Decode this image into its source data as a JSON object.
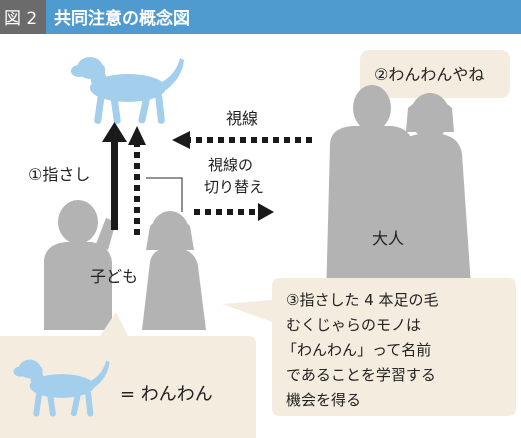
{
  "header": {
    "figure_number": "図 2",
    "title": "共同注意の概念図",
    "colors": {
      "number_bg": "#6b6b6b",
      "title_bg": "#4f9bd0",
      "text": "#ffffff"
    }
  },
  "labels": {
    "pointing": "①指さし",
    "gaze": "視線",
    "gaze_switch_line1": "視線の",
    "gaze_switch_line2": "切り替え",
    "adult_speech": "②わんわんやね",
    "adult": "大人",
    "child": "子ども",
    "legend_text": "= わんわん"
  },
  "learning_bubble": {
    "lines": [
      "③指さした 4 本足の毛",
      "むくじゃらのモノは",
      "「わんわん」って名前",
      "であることを学習する",
      "機会を得る"
    ]
  },
  "colors": {
    "dog": "#a3ceec",
    "silhouette": "#b3b3b3",
    "bubble": "#f4ecdf",
    "arrow": "#1a1a1a",
    "connector": "#555555"
  },
  "icons": [
    "dog-icon",
    "adult-silhouette-icon",
    "child-silhouette-icon",
    "arrow-icon"
  ]
}
